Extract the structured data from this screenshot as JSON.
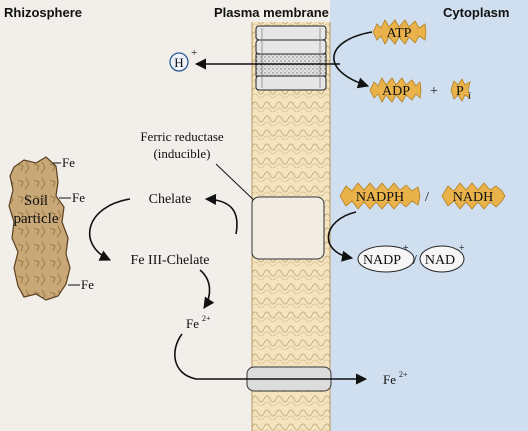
{
  "regions": {
    "rhizosphere": "Rhizosphere",
    "membrane": "Plasma membrane",
    "cytoplasm": "Cytoplasm"
  },
  "proton_pump": {
    "proton": "H",
    "proton_charge": "+",
    "atp": "ATP",
    "adp": "ADP",
    "plus": "+",
    "phosphate": "P",
    "phosphate_sub": "i"
  },
  "reductase": {
    "label_line1": "Ferric reductase",
    "label_line2": "(inducible)"
  },
  "soil": {
    "label_line1": "Soil",
    "label_line2": "particle",
    "fe_labels": [
      "Fe",
      "Fe",
      "Fe"
    ]
  },
  "chelate_cycle": {
    "chelate": "Chelate",
    "fe3_chelate": "Fe III-Chelate",
    "fe2_out": "Fe",
    "fe2_out_sup": "2+",
    "fe2_in": "Fe",
    "fe2_in_sup": "2+"
  },
  "cofactors": {
    "nadph": "NADPH",
    "slash": "/",
    "nadh": "NADH",
    "nadp": "NADP",
    "nadp_sup": "+",
    "nad": "NAD",
    "nad_sup": "+"
  },
  "colors": {
    "background": "#f2efeb",
    "cytoplasm": "#cfdff0",
    "membrane": "#f3e3bf",
    "burst": "#e9b24b",
    "soil": "#c9a877"
  }
}
